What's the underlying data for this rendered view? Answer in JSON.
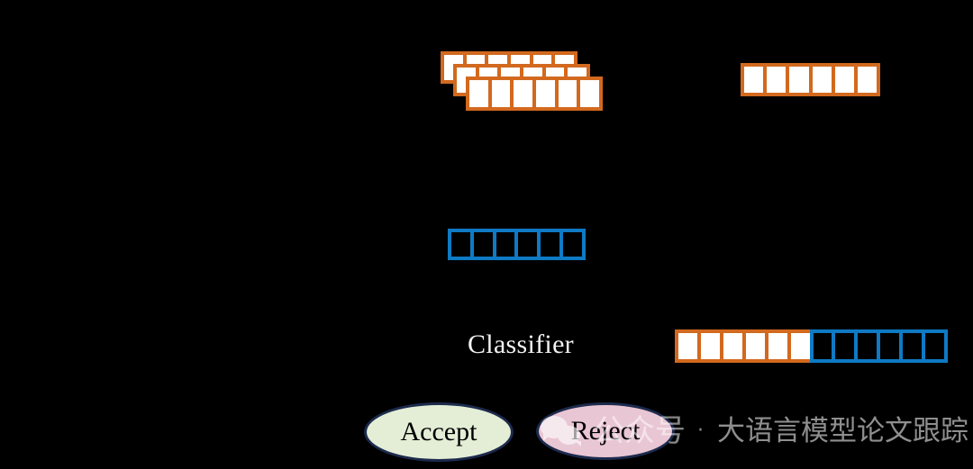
{
  "figure": {
    "background_color": "#000000",
    "orange_color": "#d2691e",
    "blue_color": "#0f7ac4",
    "accept_fill": "#e4eed6",
    "reject_fill": "#e9c6d3",
    "node_border_color": "#1c2a4d",
    "classifier_label": "Classifier"
  },
  "nodes": {
    "stacked_sequences": {
      "name": "stacked-token-sequences",
      "layers": 3,
      "cells_per_layer": 6,
      "color": "#d2691e",
      "fill": "#ffffff"
    },
    "top_right_sequence": {
      "name": "orange-token-sequence",
      "cells": 6,
      "color": "#d2691e",
      "fill": "#ffffff"
    },
    "middle_sequence": {
      "name": "blue-token-sequence",
      "cells": 6,
      "color": "#0f7ac4",
      "fill": "transparent"
    },
    "concat_sequence": {
      "name": "concatenated-token-sequence",
      "orange_cells": 6,
      "blue_cells": 6
    }
  },
  "decisions": [
    {
      "id": "accept",
      "label": "Accept",
      "fill": "#e4eed6"
    },
    {
      "id": "reject",
      "label": "Reject",
      "fill": "#e9c6d3"
    }
  ],
  "watermark": {
    "icon": "wechat-icon",
    "account_text": "公众号",
    "separator": "·",
    "title": "大语言模型论文跟踪"
  }
}
